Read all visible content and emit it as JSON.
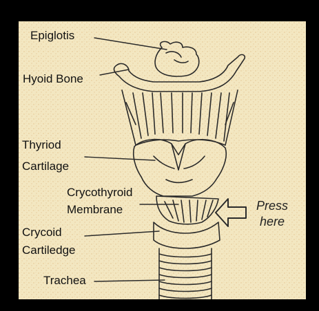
{
  "labels": {
    "epiglottis": "Epiglotis",
    "hyoid": "Hyoid Bone",
    "thyroid_line1": "Thyriod",
    "thyroid_line2": "Cartilage",
    "crico_mem_line1": "Crycothyroid",
    "crico_mem_line2": "Membrane",
    "cricoid_line1": "Crycoid",
    "cricoid_line2": "Cartiledge",
    "trachea": "Trachea"
  },
  "callout": {
    "line1": "Press",
    "line2": "here"
  },
  "colors": {
    "background": "#000000",
    "paper": "#f3e7c1",
    "ink": "#222222"
  }
}
